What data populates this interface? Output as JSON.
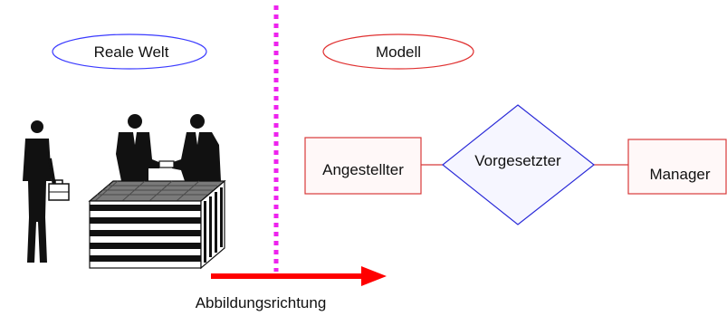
{
  "labels": {
    "real_world": "Reale Welt",
    "model": "Modell",
    "entity_employee": "Angestellter",
    "relationship": "Vorgesetzter",
    "entity_manager": "Manager",
    "mapping_direction": "Abbildungsrichtung"
  },
  "colors": {
    "real_world_outline": "#3a3aff",
    "model_outline": "#e03030",
    "entity_outline": "#d83a3a",
    "entity_fill": "#fff8f8",
    "relationship_outline": "#2a2ad8",
    "relationship_fill": "#f6f6ff",
    "divider": "#ee22ee",
    "arrow": "#ff0000"
  },
  "icons": [
    "businessman-briefcase-icon",
    "handshake-icon",
    "office-building-icon"
  ]
}
